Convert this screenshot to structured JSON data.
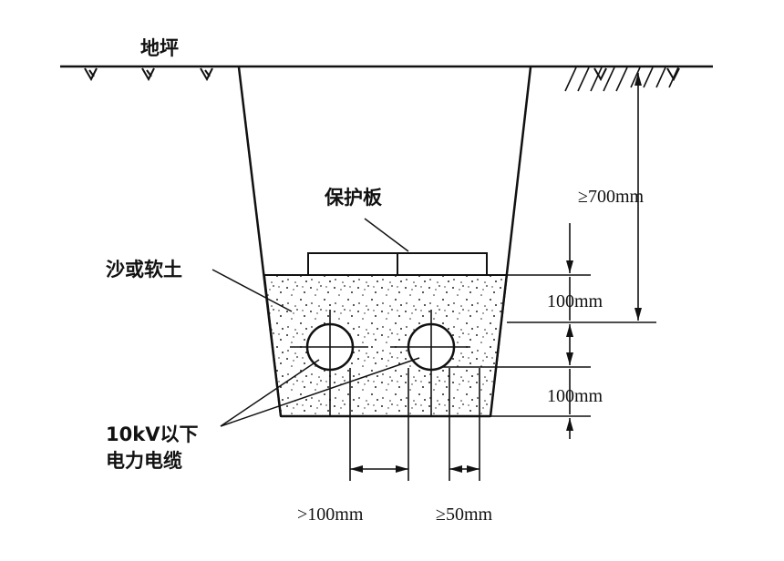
{
  "labels": {
    "ground": "地坪",
    "protection_board": "保护板",
    "fill": "沙或软土",
    "cable_line1": "10kV以下",
    "cable_line2": "电力电缆"
  },
  "dimensions": {
    "burial_depth": "≥700mm",
    "cover_thickness": "100mm",
    "bottom_thickness": "100mm",
    "cable_spacing": ">100mm",
    "edge_clearance": "≥50mm"
  },
  "colors": {
    "line": "#111111",
    "background": "#ffffff"
  }
}
